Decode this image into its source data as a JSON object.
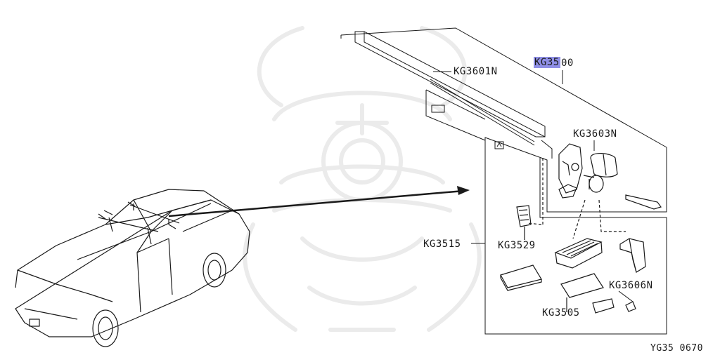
{
  "colors": {
    "ink": "#1a1a1a",
    "highlight": "#8f8fe6",
    "watermark": "#ebebeb"
  },
  "watermark": {
    "icon": "samurai-helmet-watermark"
  },
  "labels": {
    "kg3500_hl": "KG35",
    "kg3500_rest": "00",
    "kg3601n": "KG3601N",
    "kg3603n": "KG3603N",
    "kg3515": "KG3515",
    "kg3529": "KG3529",
    "kg3606n": "KG3606N",
    "kg3505": "KG3505"
  },
  "footer": {
    "diagram_code": "YG35 0670"
  }
}
